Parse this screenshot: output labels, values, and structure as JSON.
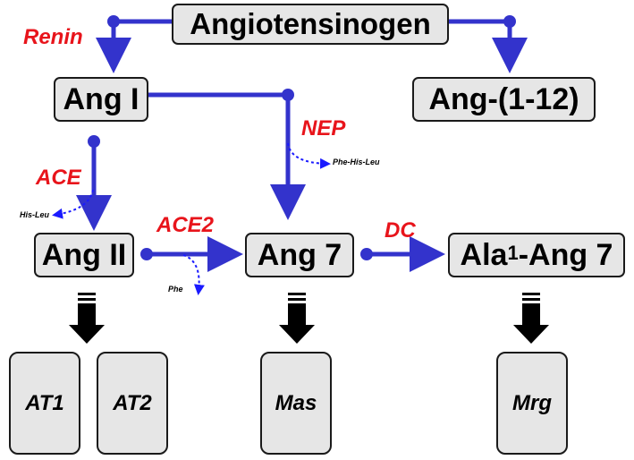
{
  "nodes": {
    "angiotensinogen": "Angiotensinogen",
    "ang1": "Ang I",
    "ang1_12": "Ang-(1-12)",
    "ang2": "Ang II",
    "ang7": "Ang 7",
    "ala1_ang7_prefix": "Ala",
    "ala1_ang7_sup": "1",
    "ala1_ang7_suffix": "-Ang 7"
  },
  "enzymes": {
    "renin": "Renin",
    "ace": "ACE",
    "nep": "NEP",
    "ace2": "ACE2",
    "dc": "DC"
  },
  "peptides": {
    "his_leu": "His-Leu",
    "phe_his_leu": "Phe-His-Leu",
    "phe": "Phe"
  },
  "receptors": {
    "at1": "AT1",
    "at2": "AT2",
    "mas": "Mas",
    "mrg": "Mrg"
  },
  "colors": {
    "arrow": "#3333cc",
    "enzyme": "#e8141b",
    "box_fill": "#e6e6e6"
  }
}
